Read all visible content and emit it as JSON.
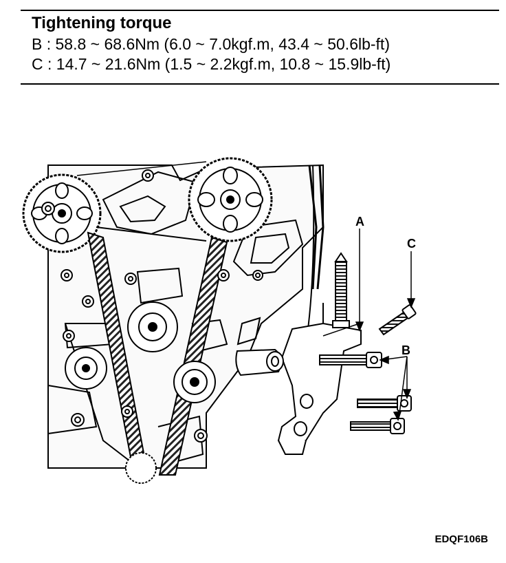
{
  "torque": {
    "title": "Tightening torque",
    "line_b": "B : 58.8 ~ 68.6Nm (6.0 ~ 7.0kgf.m, 43.4 ~ 50.6lb-ft)",
    "line_c": "C : 14.7 ~ 21.6Nm (1.5 ~ 2.2kgf.m, 10.8 ~ 15.9lb-ft)"
  },
  "callouts": {
    "a": "A",
    "b": "B",
    "c": "C"
  },
  "figure_code": "EDQF106B"
}
